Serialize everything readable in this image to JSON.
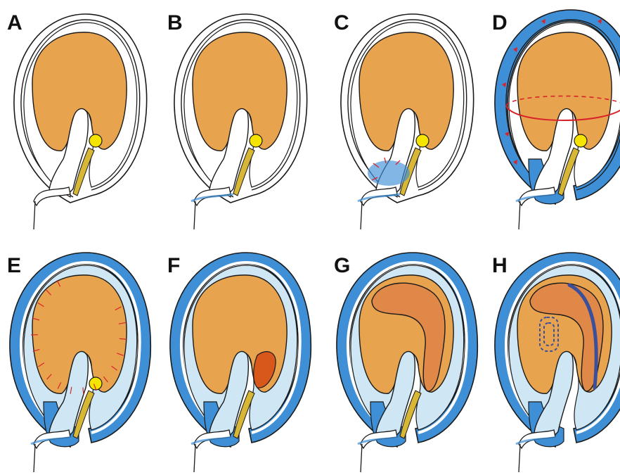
{
  "panels": [
    {
      "label": "A",
      "stage": 0
    },
    {
      "label": "B",
      "stage": 1
    },
    {
      "label": "C",
      "stage": 2
    },
    {
      "label": "D",
      "stage": 3
    },
    {
      "label": "E",
      "stage": 4
    },
    {
      "label": "F",
      "stage": 5
    },
    {
      "label": "G",
      "stage": 6
    },
    {
      "label": "H",
      "stage": 7
    }
  ],
  "colors": {
    "yolk": "#E8A34F",
    "outline": "#1a1a1a",
    "blue": "#3F8FD6",
    "light_blue": "#CFE6F4",
    "yellow": "#F4E400",
    "gold": "#D8B636",
    "red": "#D8232A",
    "embryo": "#E08848",
    "dark_orange": "#D8581C",
    "navy": "#3B4F9A"
  }
}
